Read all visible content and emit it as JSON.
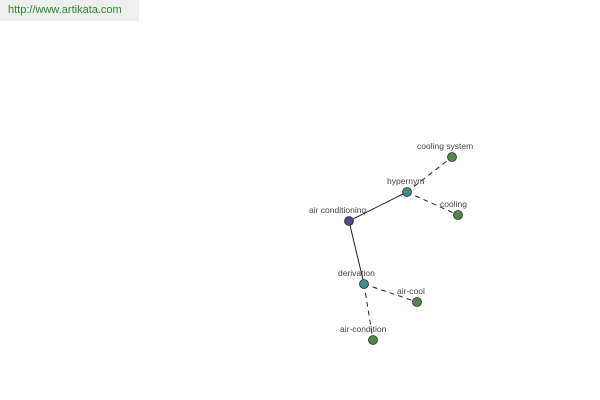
{
  "watermark": {
    "url": "http://www.artikata.com"
  },
  "colors": {
    "root_node": "#4a4e8c",
    "relation_node": "#3f8c8a",
    "leaf_node": "#4f8a4c",
    "node_stroke": "#333333",
    "edge": "#222222",
    "label": "#444444"
  },
  "graph": {
    "nodes": [
      {
        "id": "air-conditioning",
        "label": "air conditioning",
        "kind": "root"
      },
      {
        "id": "hypernym",
        "label": "hypernym",
        "kind": "relation"
      },
      {
        "id": "derivation",
        "label": "derivation",
        "kind": "relation"
      },
      {
        "id": "cooling-system",
        "label": "cooling system",
        "kind": "leaf"
      },
      {
        "id": "cooling",
        "label": "cooling",
        "kind": "leaf"
      },
      {
        "id": "air-cool",
        "label": "air-cool",
        "kind": "leaf"
      },
      {
        "id": "air-condition",
        "label": "air-condition",
        "kind": "leaf"
      }
    ],
    "edges": [
      {
        "from": "air-conditioning",
        "to": "hypernym",
        "style": "solid"
      },
      {
        "from": "air-conditioning",
        "to": "derivation",
        "style": "solid"
      },
      {
        "from": "hypernym",
        "to": "cooling-system",
        "style": "dashed"
      },
      {
        "from": "hypernym",
        "to": "cooling",
        "style": "dashed"
      },
      {
        "from": "derivation",
        "to": "air-cool",
        "style": "dashed"
      },
      {
        "from": "derivation",
        "to": "air-condition",
        "style": "dashed"
      }
    ]
  }
}
